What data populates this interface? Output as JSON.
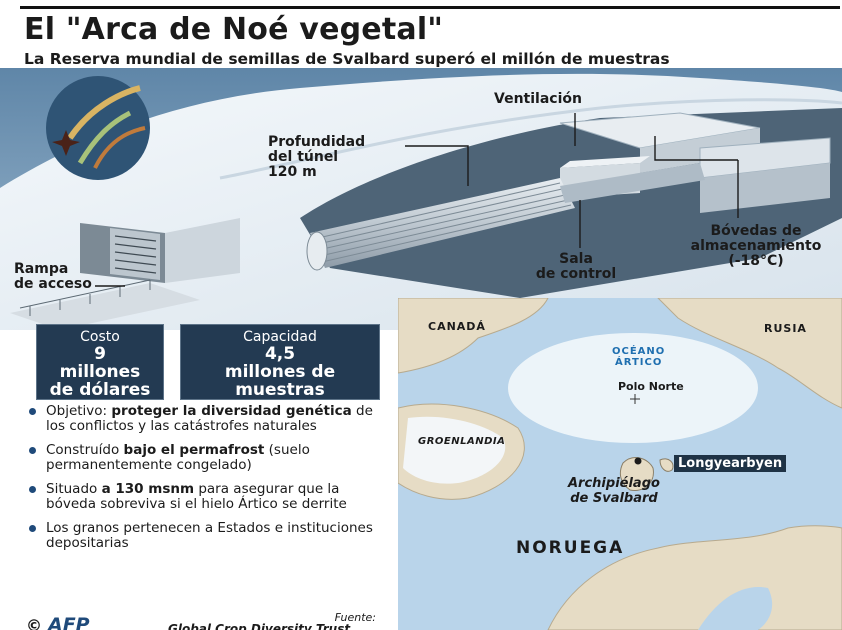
{
  "header": {
    "title": "El \"Arca de Noé vegetal\"",
    "subtitle": "La Reserva mundial de semillas de Svalbard superó el millón de muestras"
  },
  "diagram_labels": {
    "ventilation": "Ventilación",
    "tunnel_depth": [
      "Profundidad",
      "del túnel",
      "120 m"
    ],
    "vaults": [
      "Bóvedas de",
      "almacenamiento",
      "(-18°C)"
    ],
    "control_room": [
      "Sala",
      "de control"
    ],
    "ramp": [
      "Rampa",
      "de acceso"
    ]
  },
  "stats": [
    {
      "title": "Costo",
      "value": [
        "9",
        "millones",
        "de dólares"
      ]
    },
    {
      "title": "Capacidad",
      "value": [
        "4,5",
        "millones de",
        "muestras"
      ]
    }
  ],
  "bullets": [
    {
      "parts": [
        [
          "Objetivo: ",
          false
        ],
        [
          "proteger la diversidad genética",
          true
        ],
        [
          " de los conflictos y las catástrofes naturales",
          false
        ]
      ]
    },
    {
      "parts": [
        [
          "Construído ",
          false
        ],
        [
          "bajo el permafrost",
          true
        ],
        [
          " (suelo permanentemente congelado)",
          false
        ]
      ]
    },
    {
      "parts": [
        [
          "Situado ",
          false
        ],
        [
          "a 130 msnm",
          true
        ],
        [
          " para asegurar que la bóveda sobreviva si el hielo Ártico se derrite",
          false
        ]
      ]
    },
    {
      "parts": [
        [
          "Los granos pertenecen a Estados e instituciones depositarias",
          false
        ]
      ]
    }
  ],
  "map": {
    "canada": "CANADÁ",
    "russia": "RUSIA",
    "ocean": [
      "OCÉANO",
      "ÁRTICO"
    ],
    "north_pole": "Polo Norte",
    "greenland": "GROENLANDIA",
    "longyearbyen": "Longyearbyen",
    "archipelago": [
      "Archipiélago",
      "de Svalbard"
    ],
    "norway": "NORUEGA"
  },
  "footer": {
    "source_label": "Fuente:",
    "source": "Global Crop Diversity Trust",
    "copyright": "©",
    "logo": "AFP"
  },
  "colors": {
    "dark_navy": "#233a52",
    "sea": "#b9d4ea",
    "land": "#e6dcc5",
    "accent_blue": "#1f4a7a"
  }
}
